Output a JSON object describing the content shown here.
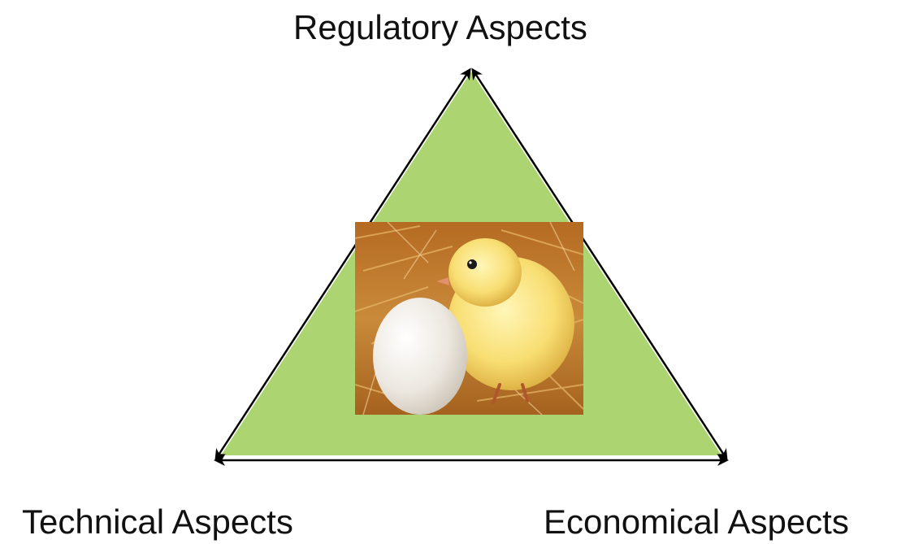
{
  "diagram": {
    "labels": {
      "top": "Regulatory Aspects",
      "left": "Technical Aspects",
      "right": "Economical Aspects"
    },
    "colors": {
      "triangle_fill": "#acd471",
      "edge_stroke": "#000000"
    },
    "center_image": {
      "subject": "chick-and-egg-photo"
    }
  }
}
